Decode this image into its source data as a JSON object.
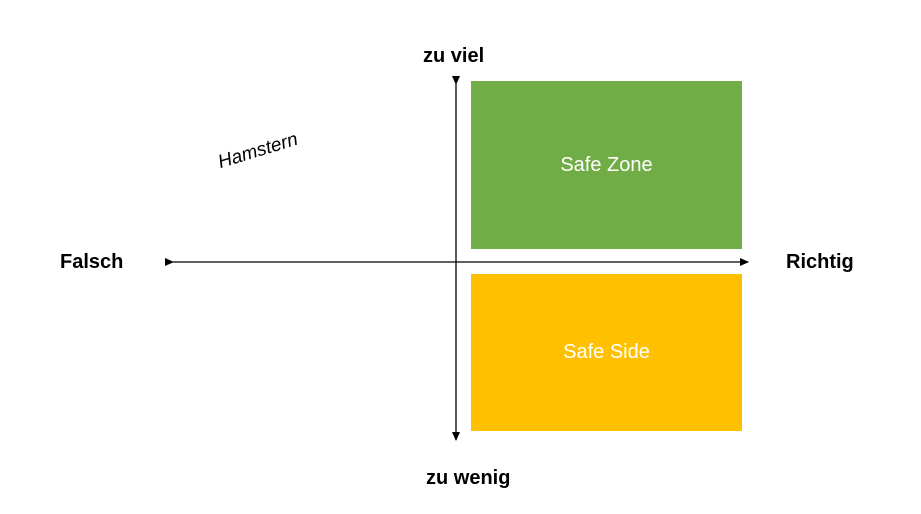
{
  "axes": {
    "top_label": "zu viel",
    "bottom_label": "zu wenig",
    "left_label": "Falsch",
    "right_label": "Richtig"
  },
  "quadrants": {
    "upper_right": {
      "label": "Safe Zone",
      "color": "#70ad47"
    },
    "lower_right": {
      "label": "Safe Side",
      "color": "#ffc000"
    }
  },
  "annotations": {
    "upper_left": "Hamstern"
  }
}
